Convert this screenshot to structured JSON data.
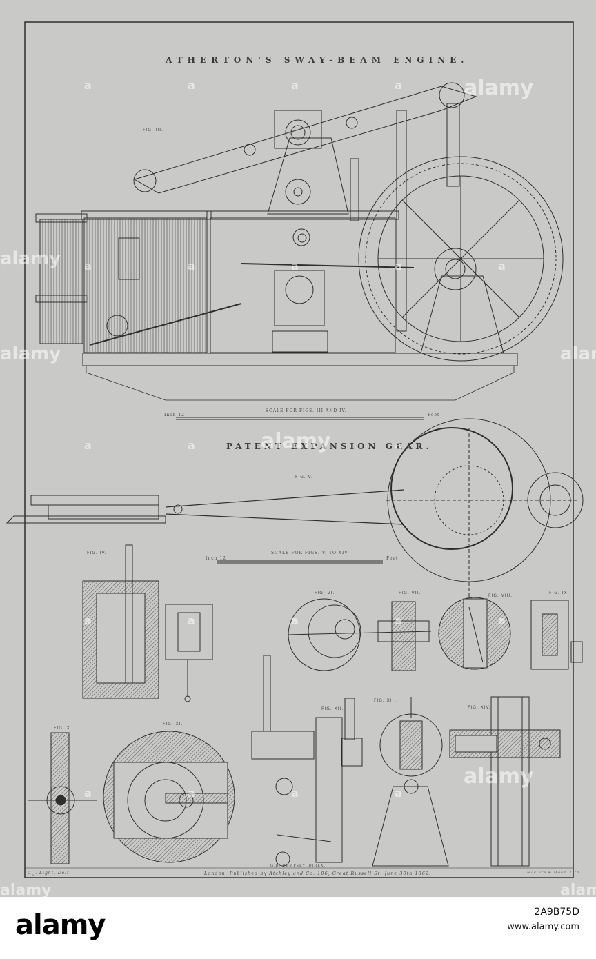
{
  "plate": {
    "title": "ATHERTON'S SWAY-BEAM ENGINE.",
    "subtitle": "PATENT EXPANSION GEAR.",
    "scale_upper": "SCALE FOR FIGS. III AND IV.",
    "scale_upper_left": "Inch 12",
    "scale_upper_right": "Feet",
    "scale_lower": "SCALE FOR FIGS. V. TO XIV.",
    "scale_lower_left": "Inch 12",
    "scale_lower_right": "Feet",
    "figures": {
      "fig3": "FIG. III.",
      "fig4": "FIG. IV.",
      "fig5": "FIG. V.",
      "fig6": "FIG. VI.",
      "fig7": "FIG. VII.",
      "fig8": "FIG. VIII.",
      "fig9": "FIG. IX.",
      "fig10": "FIG. X.",
      "fig11": "FIG. XI.",
      "fig12": "FIG. XII.",
      "fig13": "FIG. XIII.",
      "fig14": "FIG. XIV."
    },
    "credit_left": "C.J. Light, Delt.",
    "credit_center": "G.D. DEMPSEY, DIREX.",
    "credit_right": "Maclure & Macd. Lith.",
    "publisher": "London: Published by Atchley and Co. 106, Great Russell St. June 30th 1862."
  },
  "watermark": {
    "text": "alamy",
    "small_text": "a"
  },
  "footer": {
    "logo": "alamy",
    "image_id": "2A9B75D",
    "url": "www.alamy.com"
  },
  "colors": {
    "paper": "#c9c9c7",
    "ink": "#2e2e2e",
    "footer_bg": "#ffffff"
  }
}
